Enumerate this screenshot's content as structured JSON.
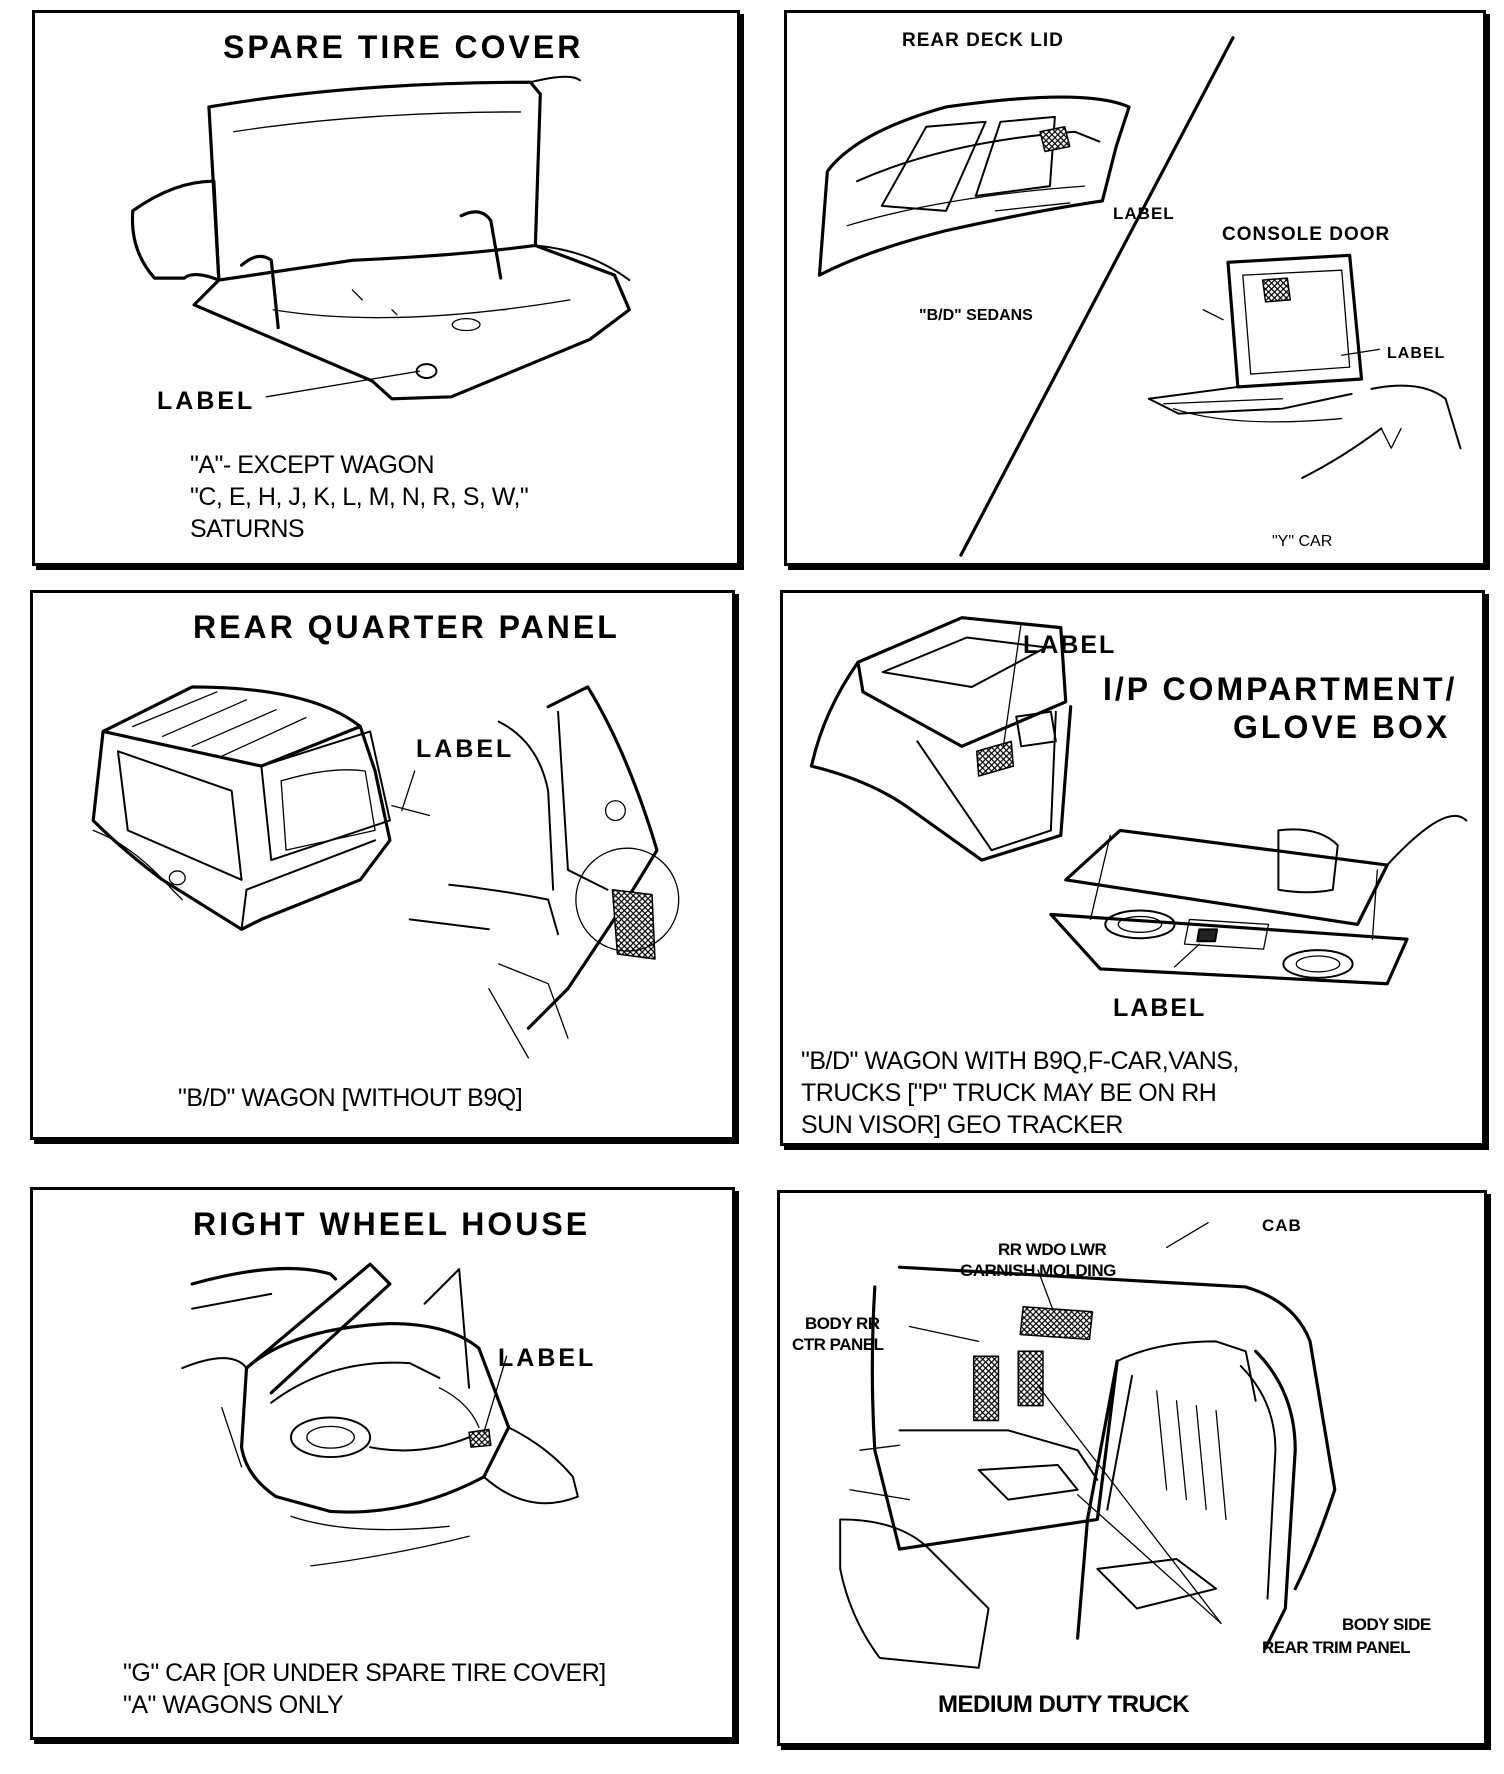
{
  "panels": {
    "spare_tire": {
      "title": "SPARE TIRE COVER",
      "label": "LABEL",
      "caption": [
        "\"A\"- EXCEPT WAGON",
        "\"C, E, H, J, K, L, M, N, R, S, W,\"",
        "SATURNS"
      ]
    },
    "rear_deck": {
      "title": "REAR DECK LID",
      "label": "LABEL",
      "sub_caption": "\"B/D\" SEDANS",
      "console_title": "CONSOLE DOOR",
      "console_label": "LABEL",
      "console_caption": "\"Y\" CAR"
    },
    "rear_quarter": {
      "title": "REAR QUARTER PANEL",
      "label": "LABEL",
      "caption": "\"B/D\" WAGON [WITHOUT B9Q]"
    },
    "ip_compartment": {
      "label_top": "LABEL",
      "title_line1": "I/P COMPARTMENT/",
      "title_line2": "GLOVE BOX",
      "label_bottom": "LABEL",
      "caption": [
        "\"B/D\" WAGON WITH B9Q,F-CAR,VANS,",
        "TRUCKS [\"P\" TRUCK MAY BE ON RH",
        "SUN VISOR] GEO TRACKER"
      ]
    },
    "wheel_house": {
      "title": "RIGHT WHEEL HOUSE",
      "label": "LABEL",
      "caption": [
        "\"G\" CAR [OR UNDER SPARE TIRE COVER]",
        "\"A\" WAGONS ONLY"
      ]
    },
    "truck": {
      "cab": "CAB",
      "garnish_line1": "RR WDO LWR",
      "garnish_line2": "GARNISH MOLDING",
      "body_rr_line1": "BODY RR",
      "body_rr_line2": "CTR PANEL",
      "body_side_line1": "BODY SIDE",
      "body_side_line2": "REAR TRIM PANEL",
      "caption": "MEDIUM DUTY TRUCK"
    }
  }
}
